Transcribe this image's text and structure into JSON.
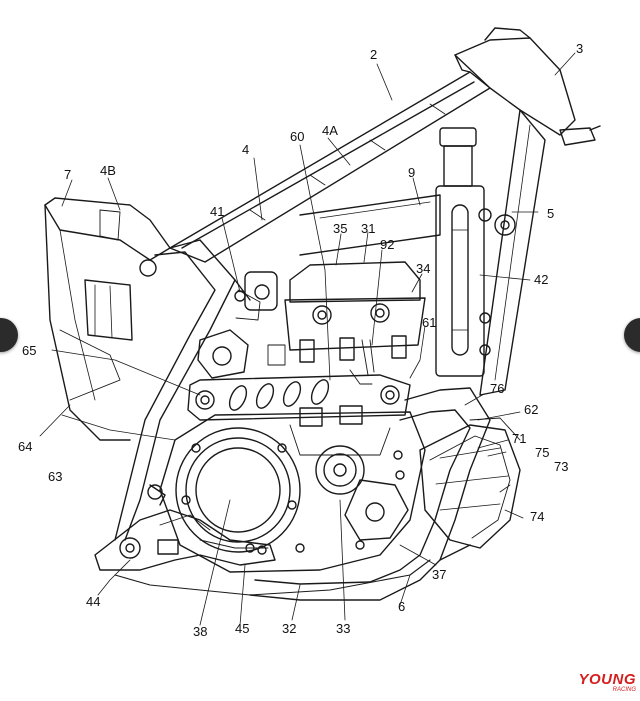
{
  "labels": [
    "2",
    "3",
    "4",
    "4A",
    "4B",
    "5",
    "7",
    "9",
    "31",
    "34",
    "35",
    "41",
    "42",
    "60",
    "61",
    "62",
    "63",
    "64",
    "65",
    "71",
    "73",
    "74",
    "75",
    "76",
    "92",
    "6",
    "32",
    "33",
    "37",
    "38",
    "44",
    "45"
  ],
  "watermark": {
    "main": "YOUNG",
    "sub": "RACING"
  },
  "colors": {
    "line": "#1a1a1a",
    "nav": "#2b2b2b",
    "watermark": "#d41f1f"
  }
}
